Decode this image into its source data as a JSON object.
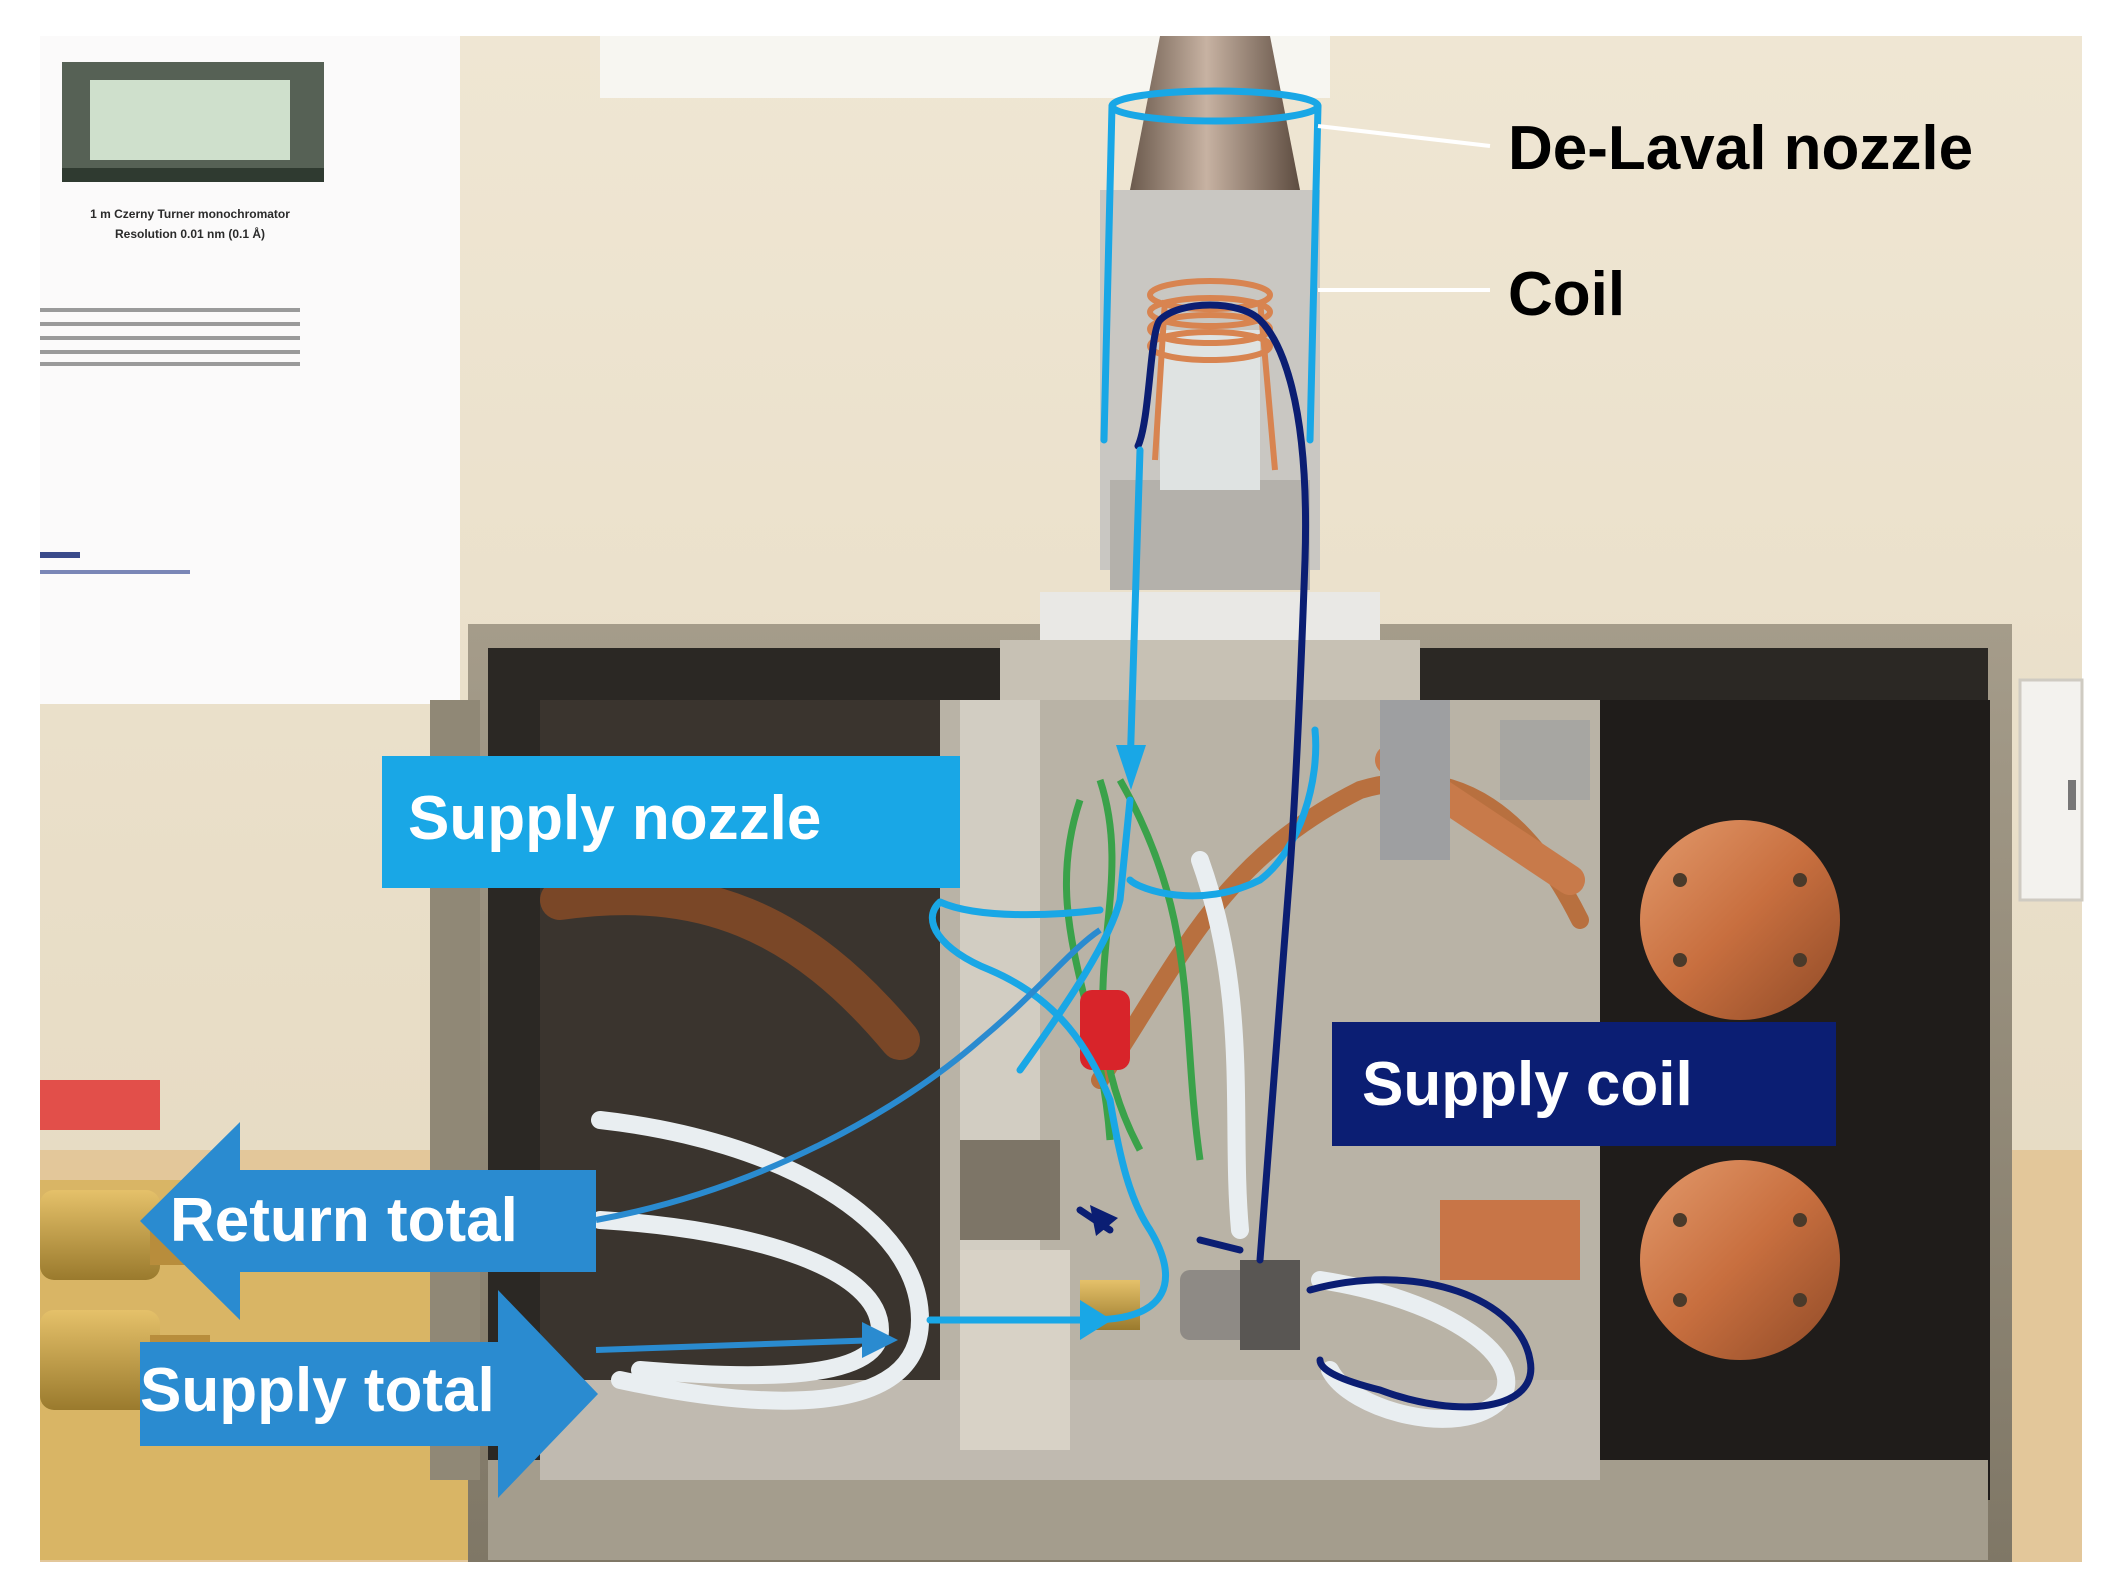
{
  "figure": {
    "labels": {
      "de_laval_nozzle": "De-Laval nozzle",
      "coil": "Coil",
      "supply_nozzle": "Supply nozzle",
      "supply_coil": "Supply coil",
      "return_total": "Return total",
      "supply_total": "Supply total"
    },
    "poster": {
      "caption_line1": "1 m Czerny Turner monochromator",
      "caption_line2": "Resolution 0.01 nm (0.1 Å)"
    },
    "colors": {
      "light_blue": "#19a7e6",
      "dark_blue": "#0b1e73",
      "arrow_blue": "#2a8bd0",
      "copper": "#c6703f",
      "wall": "#ede3cf",
      "enclosure": "#8b8373"
    }
  }
}
